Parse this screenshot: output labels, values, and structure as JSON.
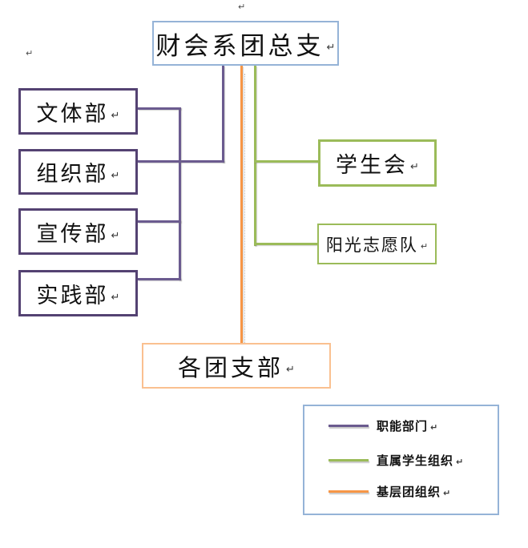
{
  "chart": {
    "root": {
      "label": "财会系团总支"
    },
    "departments": [
      {
        "label": "文体部"
      },
      {
        "label": "组织部"
      },
      {
        "label": "宣传部"
      },
      {
        "label": "实践部"
      }
    ],
    "student_organizations": [
      {
        "label": "学生会"
      },
      {
        "label": "阳光志愿队"
      }
    ],
    "branches": {
      "label": "各团支部"
    }
  },
  "legend": {
    "items": [
      {
        "label": "职能部门",
        "color": "#6B5B8F"
      },
      {
        "label": "直属学生组织",
        "color": "#9BBB59"
      },
      {
        "label": "基层团组织",
        "color": "#F79646"
      }
    ]
  },
  "marks": {
    "line_break": "↵"
  },
  "colors": {
    "root_border": "#95B3D7",
    "department_border": "#544272",
    "student_org_border": "#9BBB59",
    "branches_border": "#FAC090",
    "legend_border": "#95B3D7",
    "purple_line": "#6B5B8F",
    "green_line": "#9BBB59",
    "orange_line": "#F79646"
  }
}
